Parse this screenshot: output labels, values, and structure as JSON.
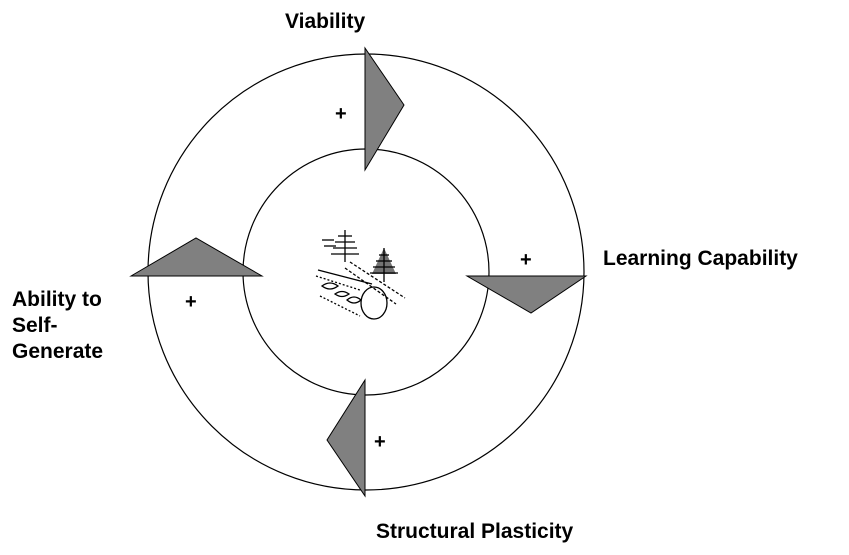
{
  "labels": {
    "top": "Viability",
    "right": "Learning Capability",
    "bottom": "Structural Plasticity",
    "left": [
      "Ability to",
      "Self-",
      "Generate"
    ]
  },
  "signs": {
    "top": "+",
    "right": "+",
    "bottom": "+",
    "left": "+"
  },
  "colors": {
    "arrow_fill": "#808080",
    "stroke": "#000000",
    "background": "#ffffff"
  },
  "center_icon": "eye-and-trees-sketch-icon"
}
